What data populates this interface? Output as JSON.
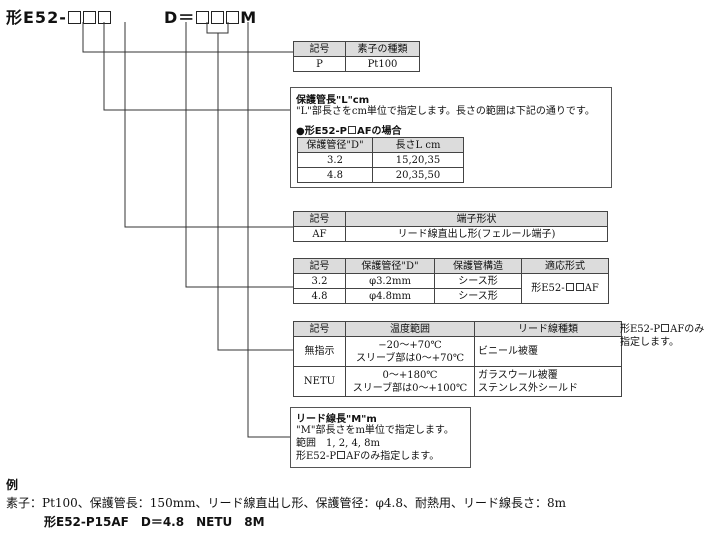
{
  "model": {
    "prefix": "形E52-",
    "mid": "D＝",
    "suffix": "M"
  },
  "element_table": {
    "headers": [
      "記号",
      "素子の種類"
    ],
    "rows": [
      [
        "P",
        "Pt100"
      ]
    ]
  },
  "protection_length": {
    "title": "保護管長\"L\"cm",
    "desc": "\"L\"部長さをcm単位で指定します。長さの範囲は下記の通りです。",
    "subtitle_pre": "●形E52-P",
    "subtitle_post": "AFの場合",
    "headers": [
      "保護管径\"D\"",
      "長さL cm"
    ],
    "rows": [
      [
        "3.2",
        "15,20,35"
      ],
      [
        "4.8",
        "20,35,50"
      ]
    ]
  },
  "terminal_table": {
    "headers": [
      "記号",
      "端子形状"
    ],
    "rows": [
      [
        "AF",
        "リード線直出し形(フェルール端子)"
      ]
    ]
  },
  "diameter_table": {
    "headers": [
      "記号",
      "保護管径\"D\"",
      "保護管構造",
      "適応形式"
    ],
    "rows": [
      [
        "3.2",
        "φ3.2mm",
        "シース形"
      ],
      [
        "4.8",
        "φ4.8mm",
        "シース形"
      ]
    ],
    "applicable_pre": "形E52-",
    "applicable_post": "AF"
  },
  "temperature_table": {
    "headers": [
      "記号",
      "温度範囲",
      "リード線種類"
    ],
    "rows": [
      {
        "code": "無指示",
        "range1": "−20〜+70℃",
        "range2": "スリーブ部は0〜+70℃",
        "lead1": "ビニール被覆",
        "lead2": ""
      },
      {
        "code": "NETU",
        "range1": "0〜+180℃",
        "range2": "スリーブ部は0〜+100℃",
        "lead1": "ガラスウール被覆",
        "lead2": "ステンレス外シールド"
      }
    ],
    "note_pre": "形E52-P",
    "note_post": "AFのみ",
    "note_line2": "指定します。"
  },
  "lead_length": {
    "title": "リード線長\"M\"m",
    "desc": "\"M\"部長さをm単位で指定します。",
    "range": "範囲　1, 2, 4, 8m",
    "note_pre": "形E52-P",
    "note_post": "AFのみ指定します。"
  },
  "example": {
    "heading": "例",
    "description": "素子：Pt100、保護管長：150mm、リード線直出し形、保護管径：φ4.8、耐熱用、リード線長さ：8m",
    "model_code": "形E52-P15AF　D＝4.8　NETU　8M"
  }
}
